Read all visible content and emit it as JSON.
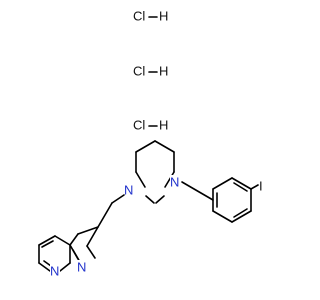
{
  "molecule": {
    "salts": [
      {
        "element": "Cl",
        "bond_to": "H"
      },
      {
        "element": "Cl",
        "bond_to": "H"
      },
      {
        "element": "Cl",
        "bond_to": "H"
      }
    ],
    "atom_labels": {
      "iodine": "I",
      "piperazine_n_top": "N",
      "piperazine_n_bottom": "N",
      "pyrrole_n": "N",
      "pyridine_n": "N"
    },
    "colors": {
      "bond": "#000000",
      "nitrogen": "#2233cc",
      "halogen": "#111111"
    }
  }
}
